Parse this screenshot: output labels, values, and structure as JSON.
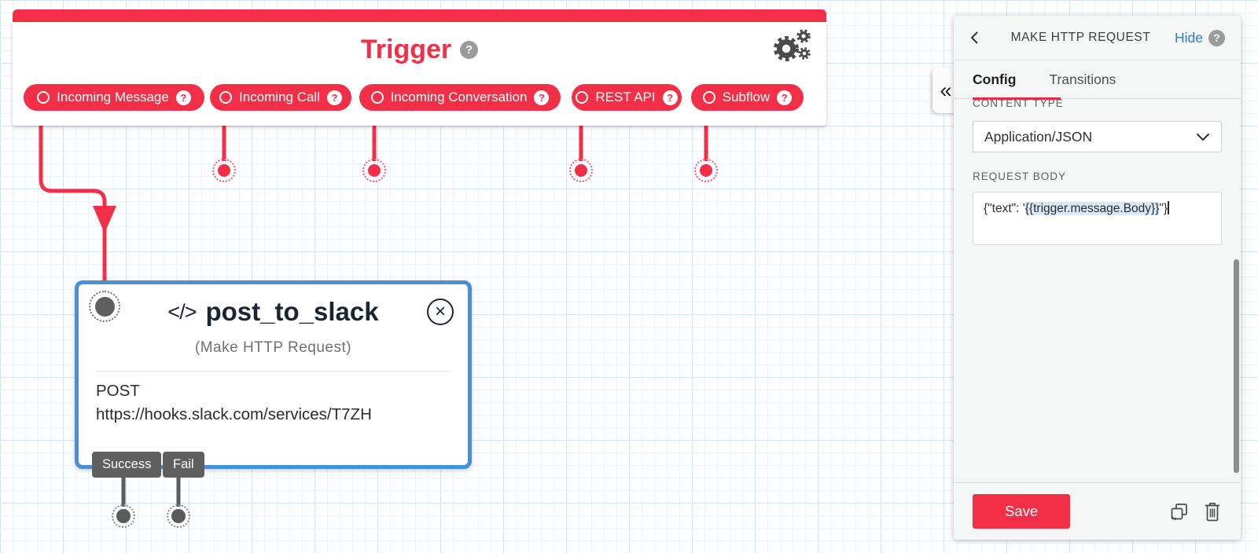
{
  "colors": {
    "accent_red": "#F22F46",
    "selection_blue": "#4A90D9",
    "link_blue": "#2E7CD6",
    "highlight_blue": "#D9E8F8"
  },
  "icons": {
    "help_glyph": "?",
    "collapse_glyph": "«",
    "close_glyph": "×",
    "code_glyph": "</>"
  },
  "trigger": {
    "title": "Trigger",
    "pills": [
      {
        "label": "Incoming Message"
      },
      {
        "label": "Incoming Call"
      },
      {
        "label": "Incoming Conversation"
      },
      {
        "label": "REST API"
      },
      {
        "label": "Subflow"
      }
    ]
  },
  "widget": {
    "name": "post_to_slack",
    "type_label": "(Make HTTP Request)",
    "method": "POST",
    "url": "https://hooks.slack.com/services/T7ZH",
    "transitions": [
      {
        "label": "Success"
      },
      {
        "label": "Fail"
      }
    ]
  },
  "panel": {
    "title": "MAKE HTTP REQUEST",
    "hide_label": "Hide",
    "tabs": [
      {
        "label": "Config"
      },
      {
        "label": "Transitions"
      }
    ],
    "content_type": {
      "label": "CONTENT TYPE",
      "value": "Application/JSON"
    },
    "request_body": {
      "label": "REQUEST BODY",
      "value_prefix": "{\"text\": '",
      "value_highlight": "{{trigger.message.Body}}",
      "value_suffix": "\"}"
    },
    "save_label": "Save"
  }
}
